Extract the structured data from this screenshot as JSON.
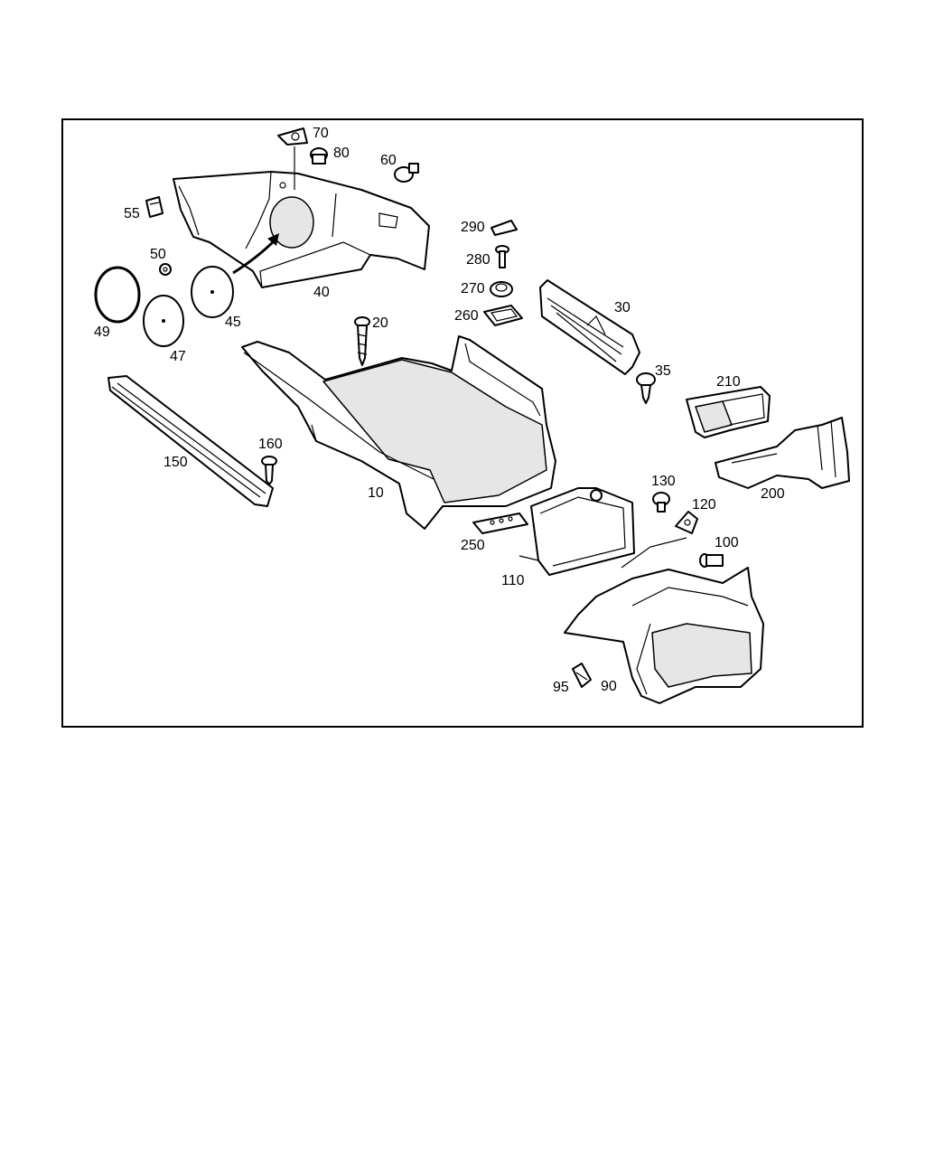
{
  "labels": {
    "p10": "10",
    "p20": "20",
    "p30": "30",
    "p35": "35",
    "p40": "40",
    "p45": "45",
    "p47": "47",
    "p49": "49",
    "p50": "50",
    "p55": "55",
    "p60": "60",
    "p70": "70",
    "p80": "80",
    "p90": "90",
    "p95": "95",
    "p100": "100",
    "p110": "110",
    "p120": "120",
    "p130": "130",
    "p150": "150",
    "p160": "160",
    "p200": "200",
    "p210": "210",
    "p250": "250",
    "p260": "260",
    "p270": "270",
    "p280": "280",
    "p290": "290"
  }
}
